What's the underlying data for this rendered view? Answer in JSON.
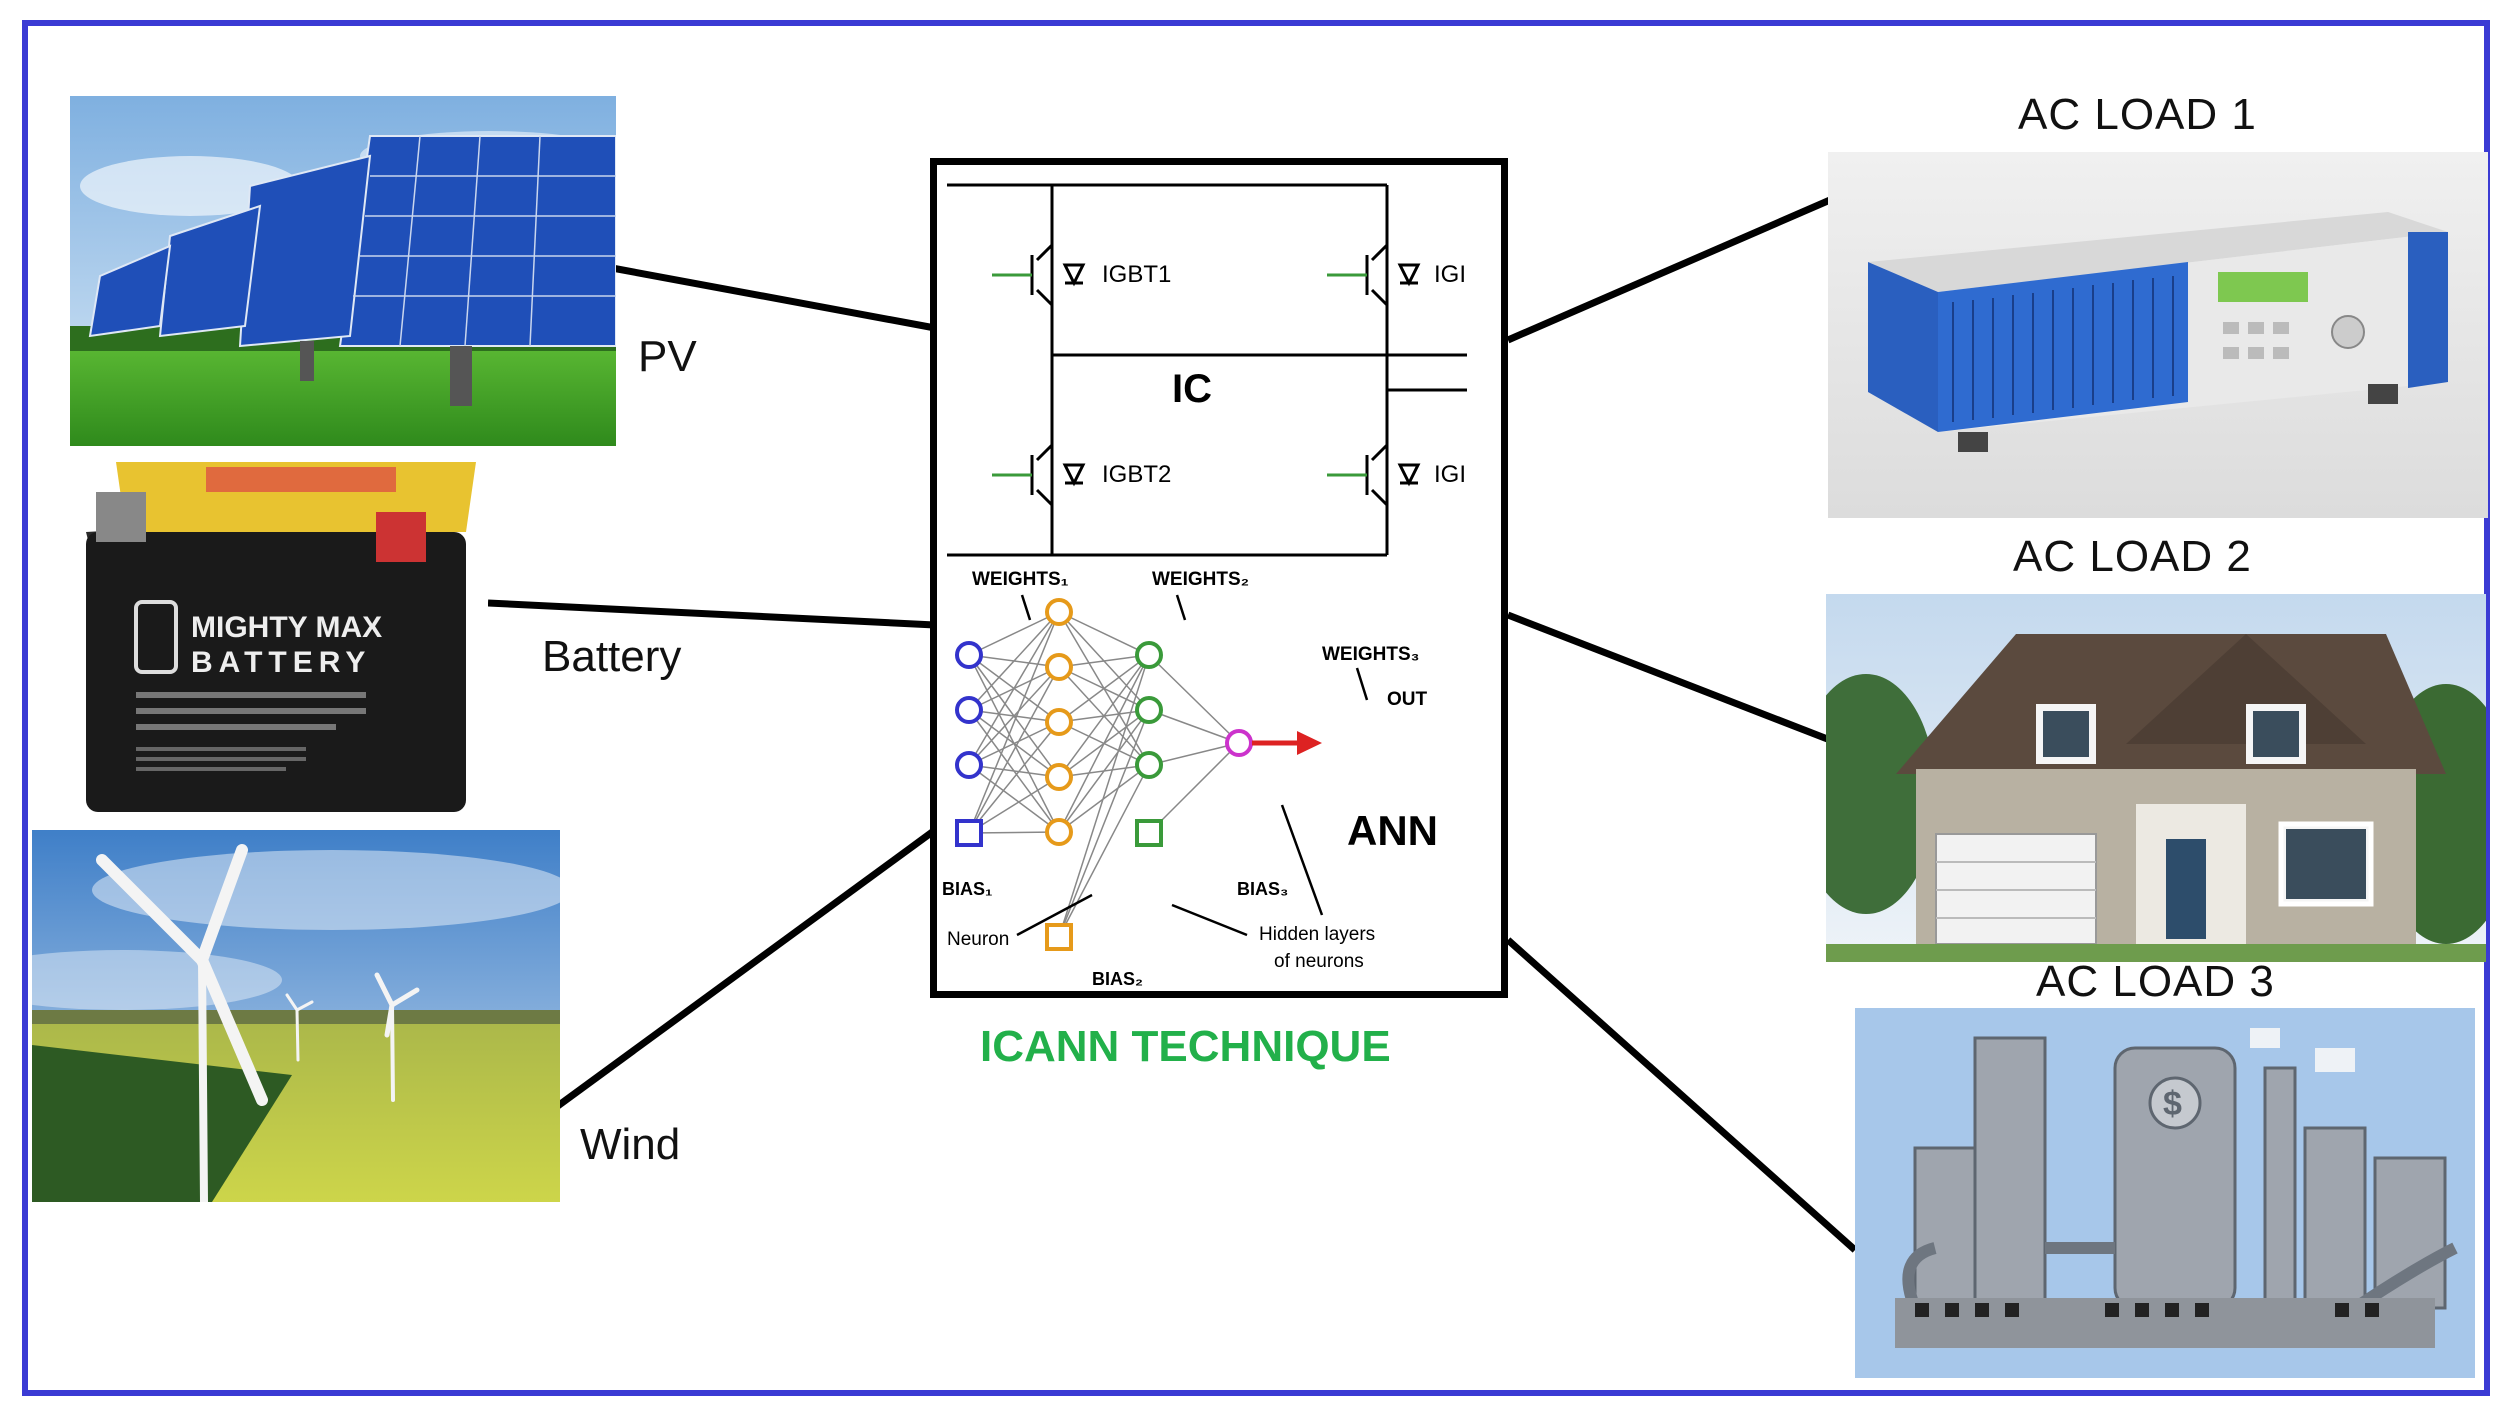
{
  "sources": {
    "pv": {
      "label": "PV"
    },
    "battery": {
      "label": "Battery",
      "brand": "MIGHTY MAX",
      "brand2": "BATTERY"
    },
    "wind": {
      "label": "Wind"
    }
  },
  "center": {
    "ic_label": "IC",
    "igbt": [
      "IGBT1",
      "IGBT2",
      "IGI",
      "IGI"
    ],
    "ann_label": "ANN",
    "weights": [
      "WEIGHTS₁",
      "WEIGHTS₂",
      "WEIGHTS₃"
    ],
    "out_label": "OUT",
    "bias": [
      "BIAS₁",
      "BIAS₂",
      "BIAS₃"
    ],
    "neuron_label": "Neuron",
    "hidden_label_1": "Hidden layers",
    "hidden_label_2": "of neurons",
    "caption": "ICANN TECHNIQUE"
  },
  "loads": [
    {
      "label": "AC LOAD 1"
    },
    {
      "label": "AC LOAD 2"
    },
    {
      "label": "AC LOAD 3"
    }
  ],
  "colors": {
    "frame": "#3b3bd4",
    "caption": "#22b04a",
    "input_neuron": "#3333cc",
    "hidden_neuron": "#e69a1a",
    "output_layer": "#3a9a3a",
    "out_neuron": "#cc33cc",
    "arrow": "#dd2222"
  }
}
